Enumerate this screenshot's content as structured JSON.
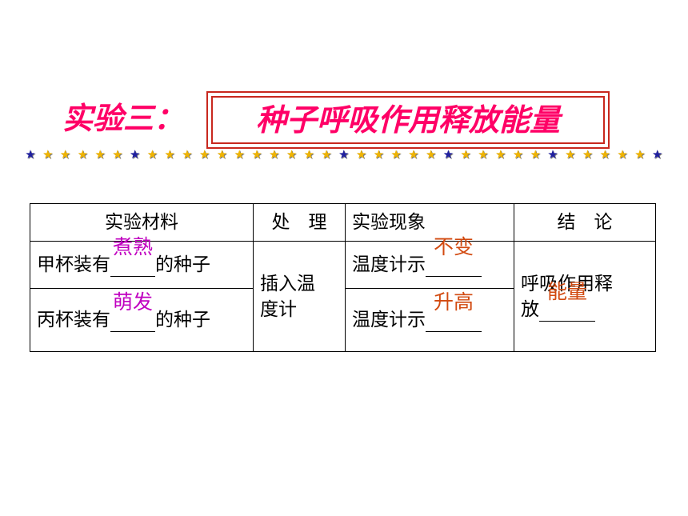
{
  "title": {
    "prefix": "实验三：",
    "main": "种子呼吸作用释放能量"
  },
  "colors": {
    "title": "#ff0066",
    "title_border": "#c8281e",
    "answer_purple": "#c000c0",
    "answer_orange": "#d24a10",
    "star_gold": "#f0b400",
    "star_blue": "#2020a0"
  },
  "table": {
    "headers": {
      "material": "实验材料",
      "treatment": "处　理",
      "phenomenon": "实验现象",
      "conclusion": "结　论"
    },
    "row1": {
      "material_prefix": "甲杯装有",
      "material_answer": "煮熟",
      "material_suffix": "的种子",
      "phenomenon_prefix": "温度计示",
      "phenomenon_answer": "不变"
    },
    "row2": {
      "material_prefix": "丙杯装有",
      "material_answer": "萌发",
      "material_suffix": "的种子",
      "phenomenon_prefix": "温度计示",
      "phenomenon_answer": "升高"
    },
    "treatment": {
      "line1": "插入温",
      "line2": "度计"
    },
    "conclusion": {
      "line1": "呼吸作用释",
      "line2_prefix": "放",
      "answer": "能量"
    }
  }
}
